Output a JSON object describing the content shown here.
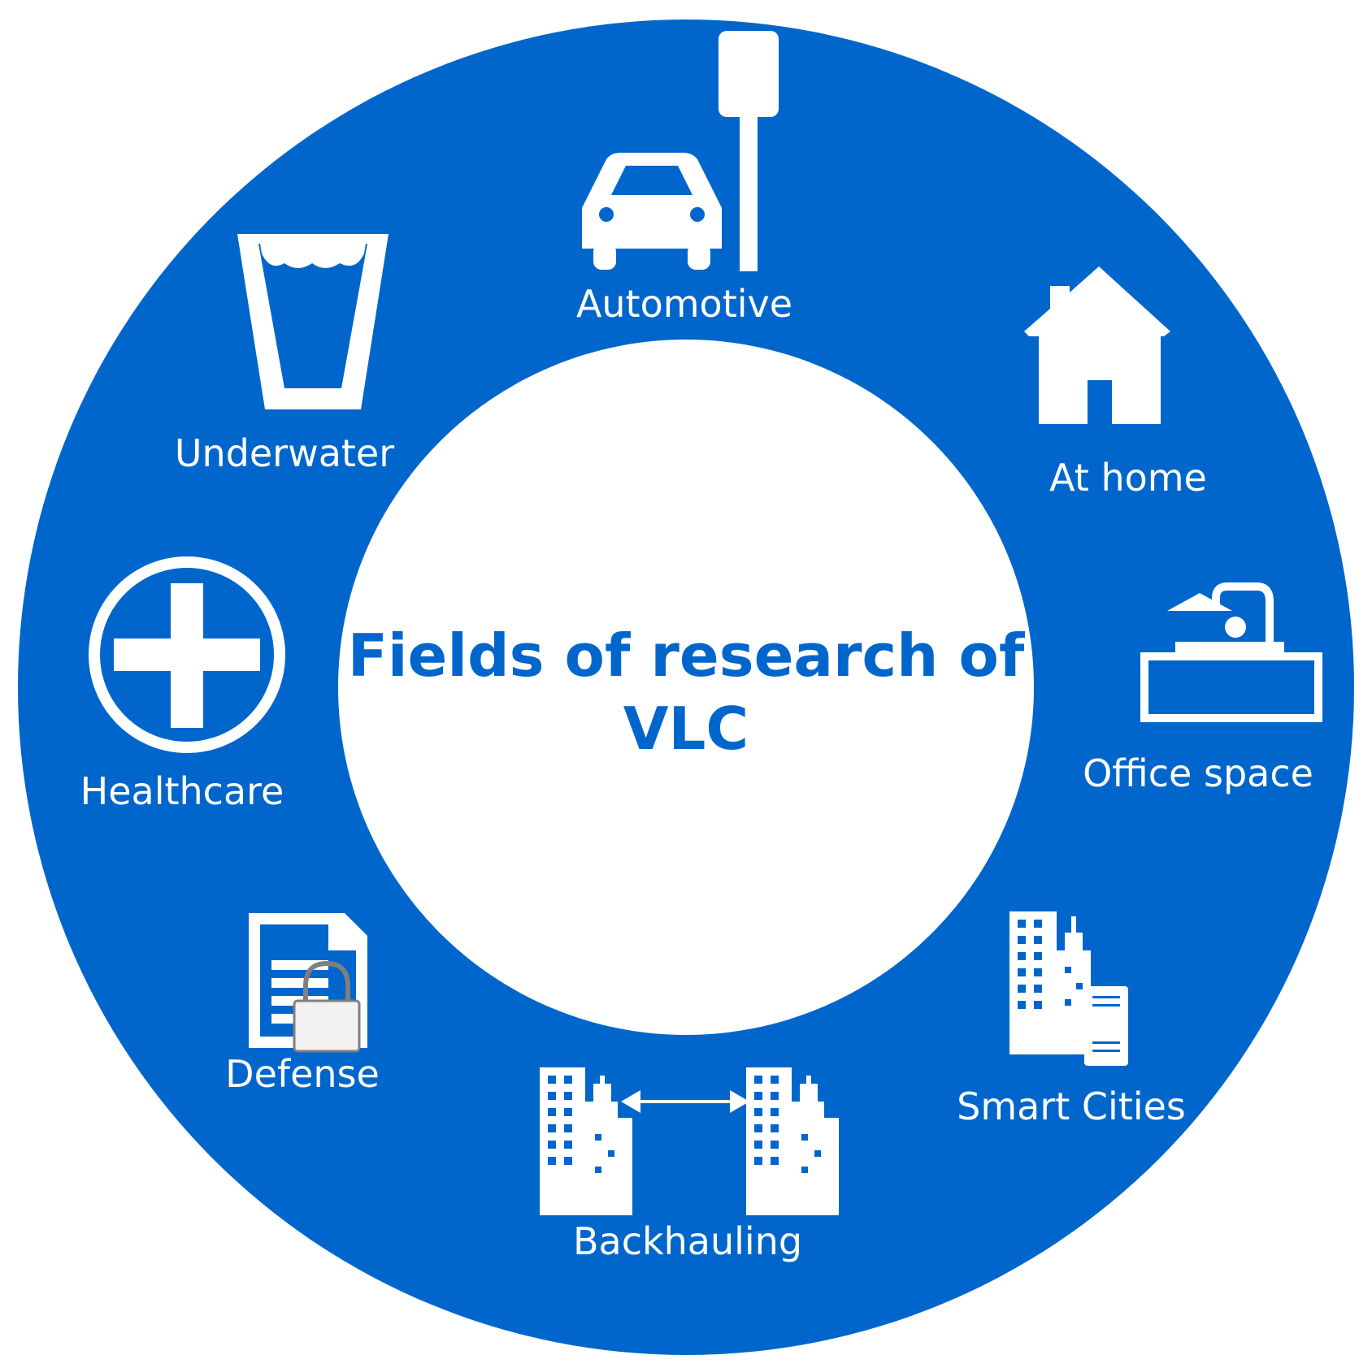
{
  "title_lines": [
    "Fields of research of",
    "VLC"
  ],
  "colors": {
    "ring": "#0066cc",
    "background": "#ffffff",
    "icon": "#ffffff",
    "lock": "#f2f2f2"
  },
  "fields": [
    {
      "label": "Automotive",
      "icon": "car-streetlight-icon"
    },
    {
      "label": "At home",
      "icon": "house-icon"
    },
    {
      "label": "Office space",
      "icon": "office-desk-lamp-icon"
    },
    {
      "label": "Smart Cities",
      "icon": "city-buildings-icon"
    },
    {
      "label": "Backhauling",
      "icon": "building-link-icon"
    },
    {
      "label": "Defense",
      "icon": "locked-document-icon"
    },
    {
      "label": "Healthcare",
      "icon": "medical-cross-icon"
    },
    {
      "label": "Underwater",
      "icon": "water-glass-icon"
    }
  ]
}
